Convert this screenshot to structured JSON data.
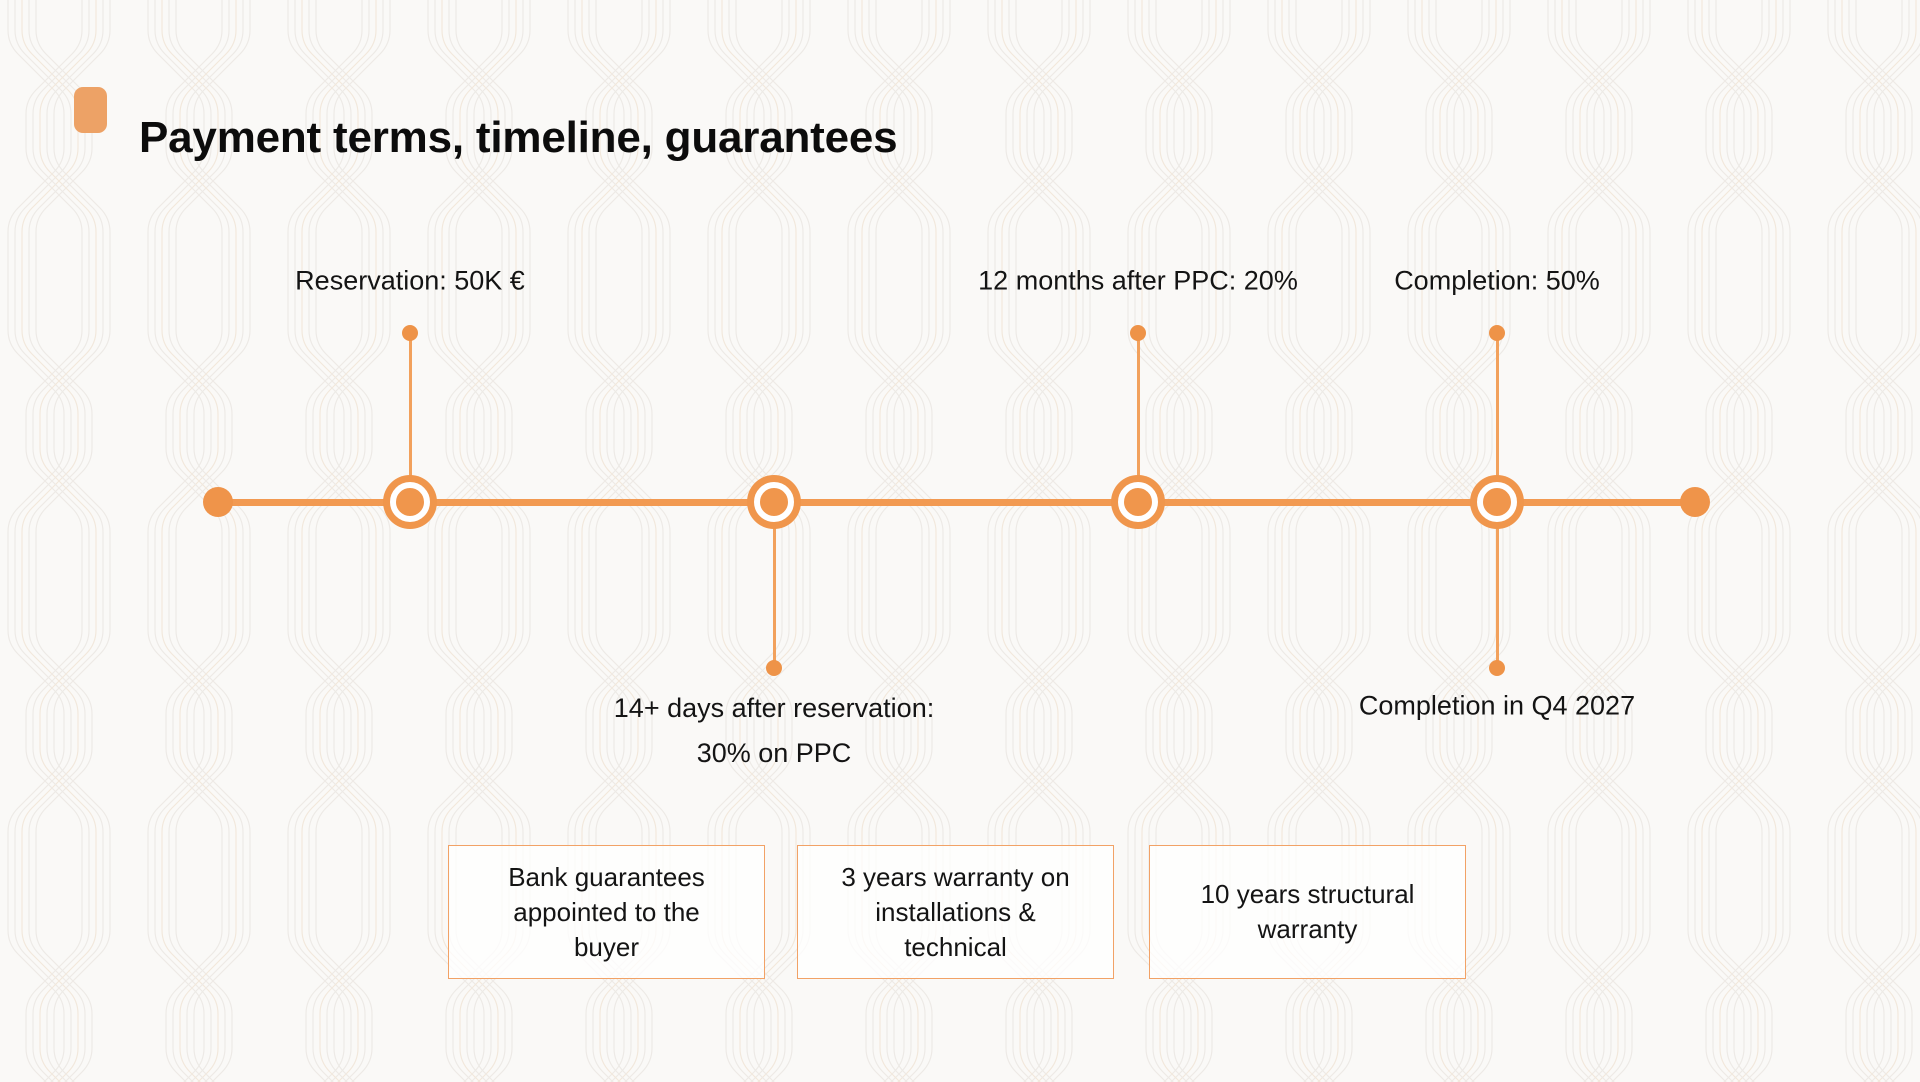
{
  "title": {
    "text": "Payment terms, timeline, guarantees"
  },
  "colors": {
    "accent": "#F0964C",
    "accent_light": "#F2A15C",
    "title_marker": "#EDA266",
    "box_border": "#F2A266",
    "text": "#141414",
    "background": "#FAF9F7",
    "pattern_line": "#EDEAE6"
  },
  "timeline": {
    "milestones": [
      {
        "id": "reservation",
        "label": "Reservation: 50K €",
        "label_position": "above"
      },
      {
        "id": "after-reservation",
        "label_line1": "14+ days after reservation:",
        "label_line2": "30% on PPC",
        "label_position": "below"
      },
      {
        "id": "after-ppc",
        "label": "12 months after PPC: 20%",
        "label_position": "above"
      },
      {
        "id": "completion",
        "label": "Completion: 50%",
        "label_position": "above",
        "secondary_label": "Completion in Q4 2027",
        "secondary_label_position": "below"
      }
    ]
  },
  "guarantees": [
    {
      "text": "Bank guarantees appointed to the buyer"
    },
    {
      "text": "3 years warranty on installations & technical"
    },
    {
      "text": "10 years structural warranty"
    }
  ]
}
